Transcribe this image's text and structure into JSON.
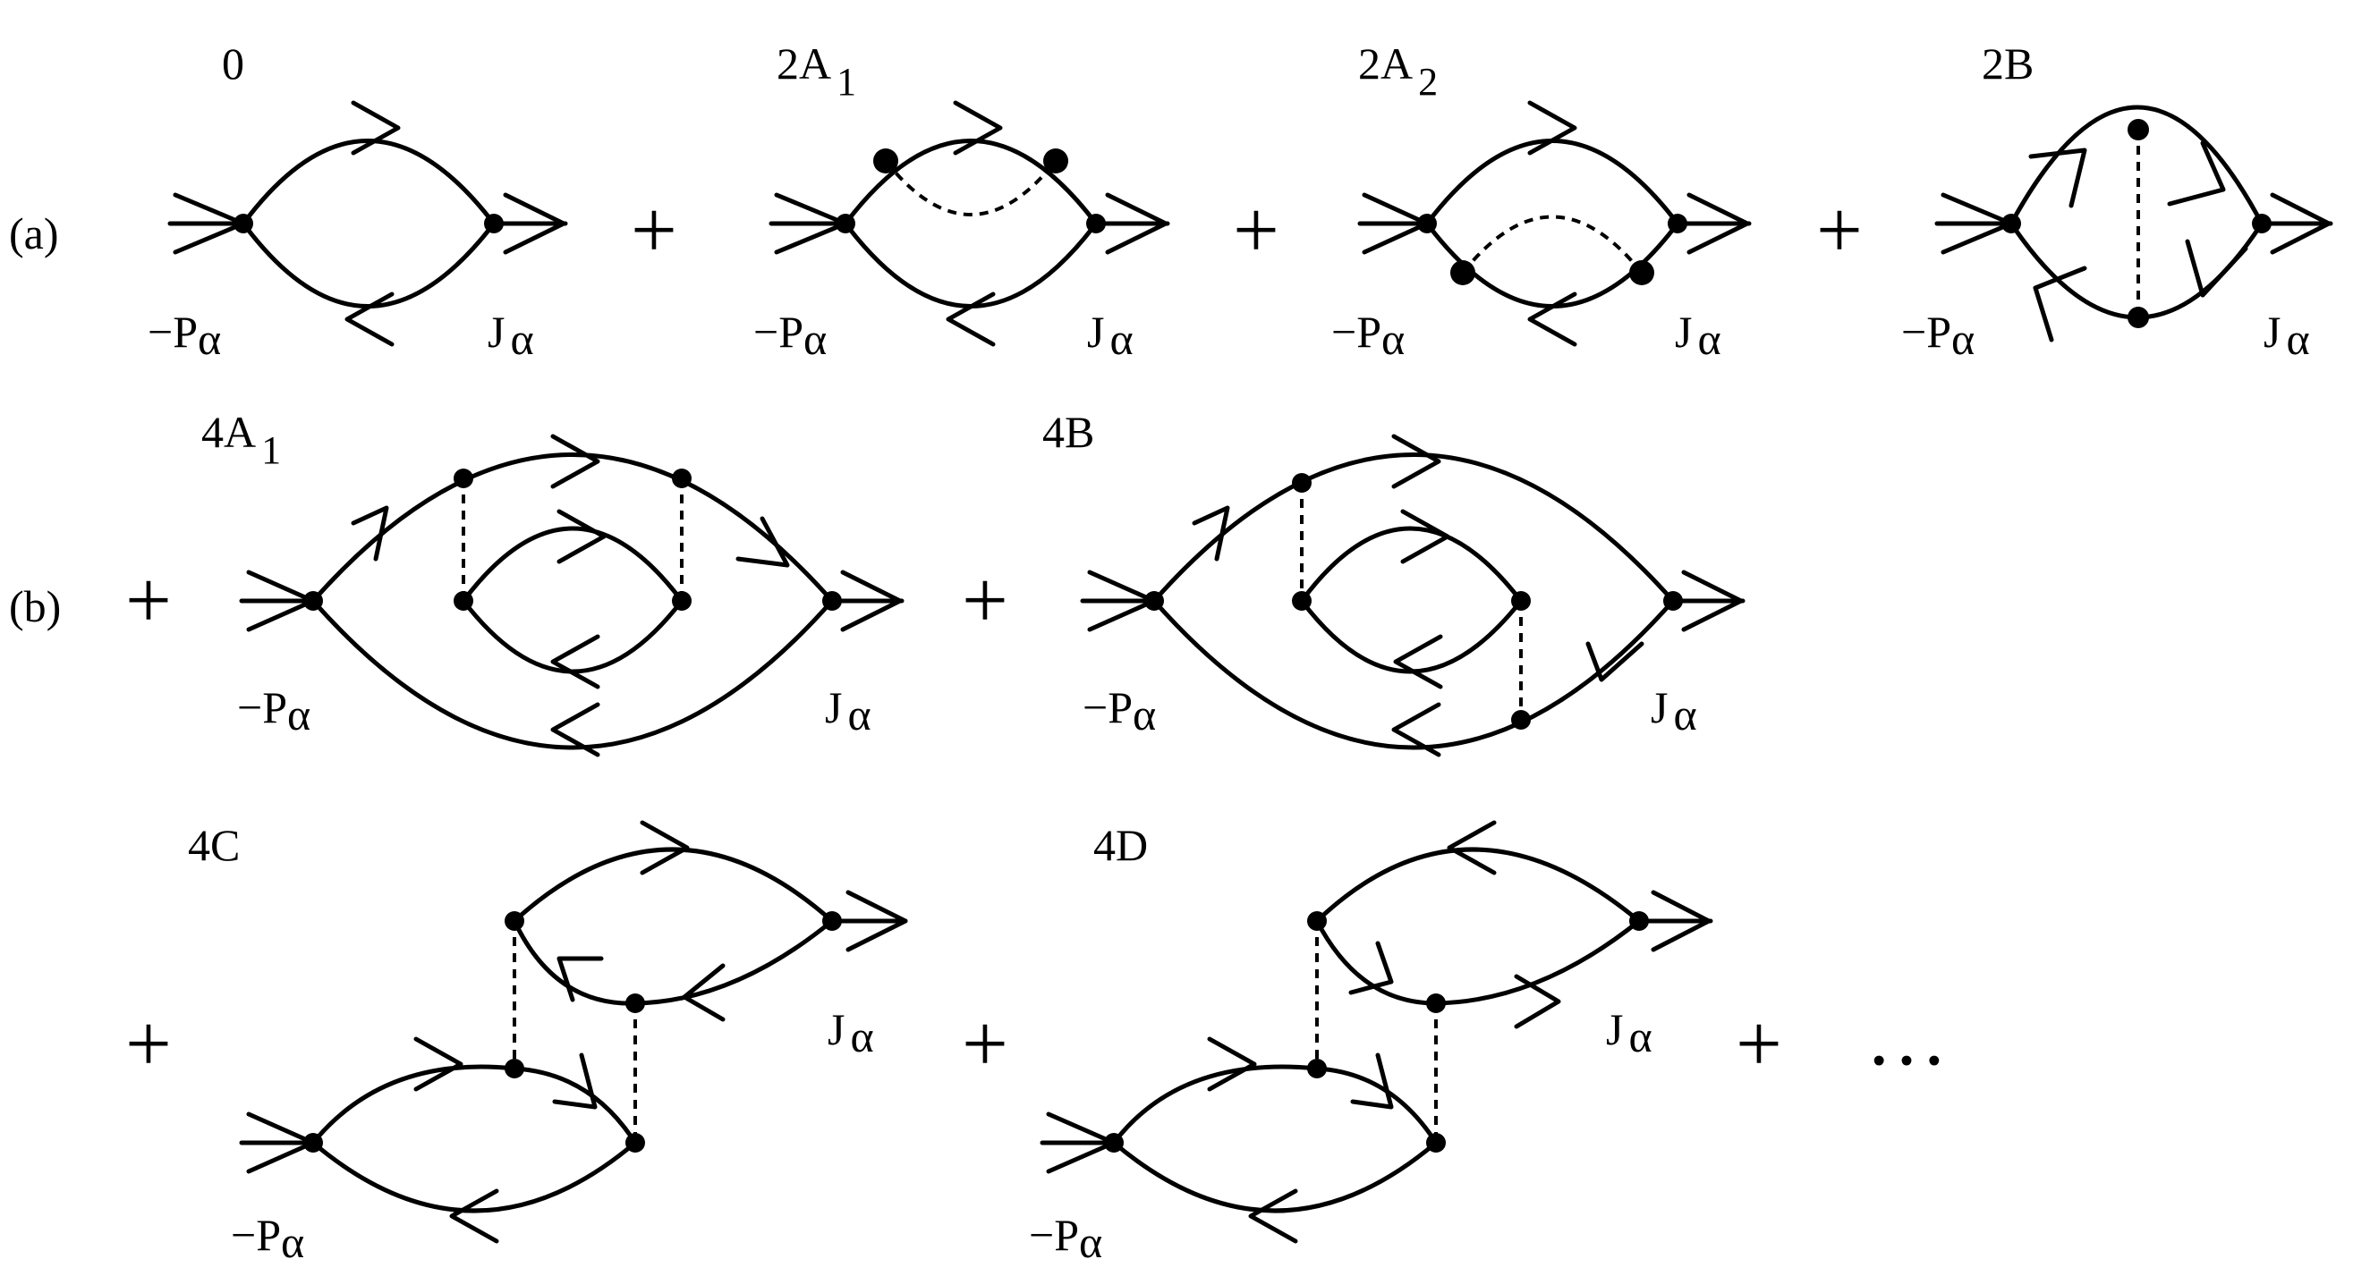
{
  "row_labels": {
    "a": "(a)",
    "b": "(b)"
  },
  "operators": {
    "plus": "+",
    "ellipsis": "…"
  },
  "vertex_labels": {
    "source": {
      "sign": "−",
      "letter": "P",
      "index": "α"
    },
    "sink": {
      "letter": "J",
      "index": "α"
    }
  },
  "diagrams": [
    {
      "id": "0",
      "label": "0",
      "subscript": ""
    },
    {
      "id": "2A1",
      "label": "2A",
      "subscript": "1"
    },
    {
      "id": "2A2",
      "label": "2A",
      "subscript": "2"
    },
    {
      "id": "2B",
      "label": "2B",
      "subscript": ""
    },
    {
      "id": "4A1",
      "label": "4A",
      "subscript": "1"
    },
    {
      "id": "4B",
      "label": "4B",
      "subscript": ""
    },
    {
      "id": "4C",
      "label": "4C",
      "subscript": ""
    },
    {
      "id": "4D",
      "label": "4D",
      "subscript": ""
    }
  ]
}
